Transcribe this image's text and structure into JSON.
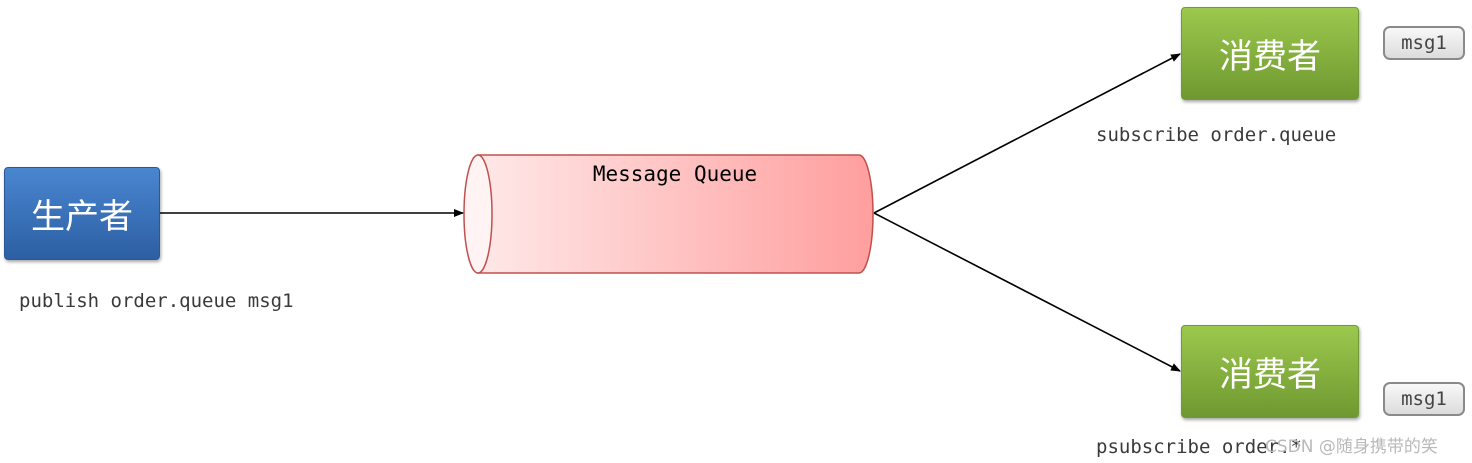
{
  "producer": {
    "label": "生产者",
    "command": "publish order.queue msg1"
  },
  "queue": {
    "label": "Message Queue"
  },
  "consumers": [
    {
      "label": "消费者",
      "command": "subscribe order.queue",
      "message": "msg1"
    },
    {
      "label": "消费者",
      "command": "psubscribe order.*",
      "message": "msg1"
    }
  ],
  "watermark": "CSDN @随身携带的笑",
  "colors": {
    "producer": "#3b73be",
    "consumer": "#86b23f",
    "queue_start": "#ffe8e8",
    "queue_end": "#ff9e9e",
    "queue_border": "#c0504d"
  }
}
